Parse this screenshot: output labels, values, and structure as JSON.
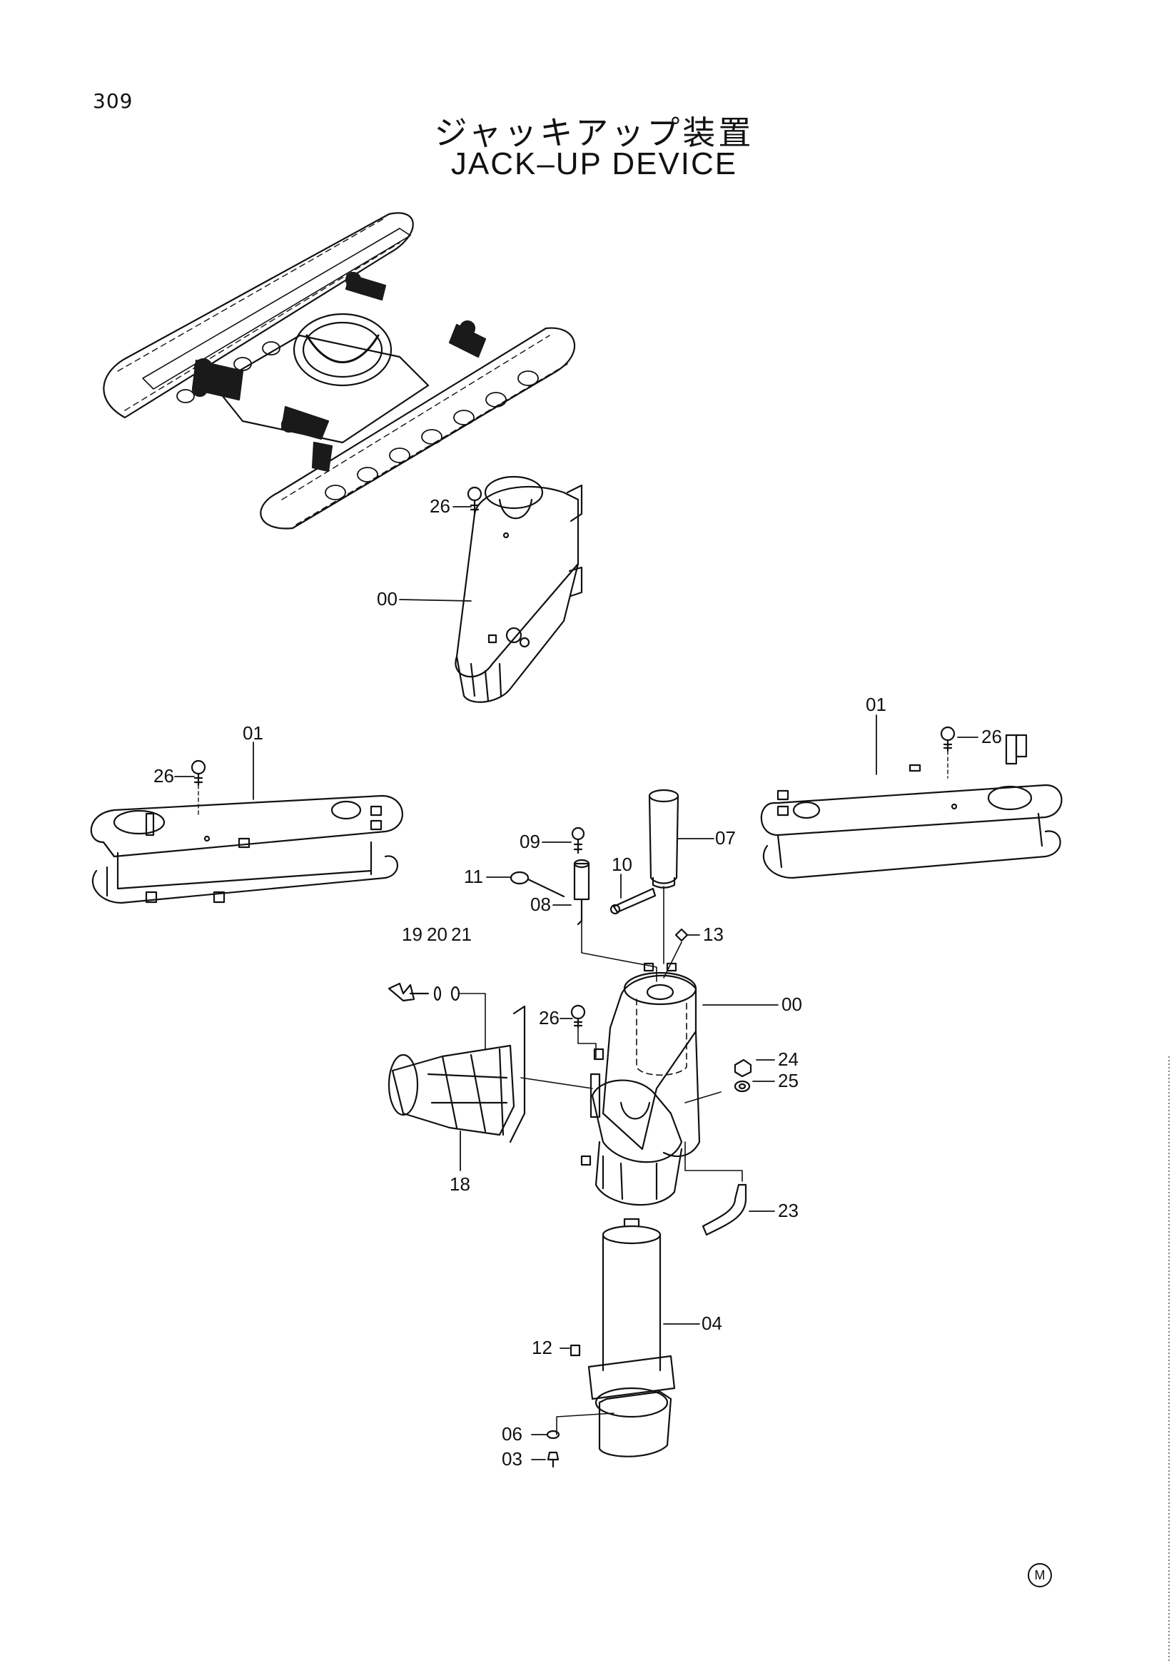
{
  "page": {
    "number": "309",
    "mark": "M"
  },
  "title": {
    "jp": "ジャッキアップ装置",
    "en": "JACK–UP DEVICE"
  },
  "callouts": [
    {
      "id": "26",
      "text": "26"
    },
    {
      "id": "00",
      "text": "00"
    },
    {
      "id": "01",
      "text": "01"
    },
    {
      "id": "26",
      "text": "26"
    },
    {
      "id": "01",
      "text": "01"
    },
    {
      "id": "26",
      "text": "26"
    },
    {
      "id": "09",
      "text": "09"
    },
    {
      "id": "07",
      "text": "07"
    },
    {
      "id": "10",
      "text": "10"
    },
    {
      "id": "11",
      "text": "11"
    },
    {
      "id": "08",
      "text": "08"
    },
    {
      "id": "13",
      "text": "13"
    },
    {
      "id": "19",
      "text": "19"
    },
    {
      "id": "20",
      "text": "20"
    },
    {
      "id": "21",
      "text": "21"
    },
    {
      "id": "00",
      "text": "00"
    },
    {
      "id": "26",
      "text": "26"
    },
    {
      "id": "24",
      "text": "24"
    },
    {
      "id": "25",
      "text": "25"
    },
    {
      "id": "18",
      "text": "18"
    },
    {
      "id": "23",
      "text": "23"
    },
    {
      "id": "04",
      "text": "04"
    },
    {
      "id": "12",
      "text": "12"
    },
    {
      "id": "06",
      "text": "06"
    },
    {
      "id": "03",
      "text": "03"
    }
  ]
}
